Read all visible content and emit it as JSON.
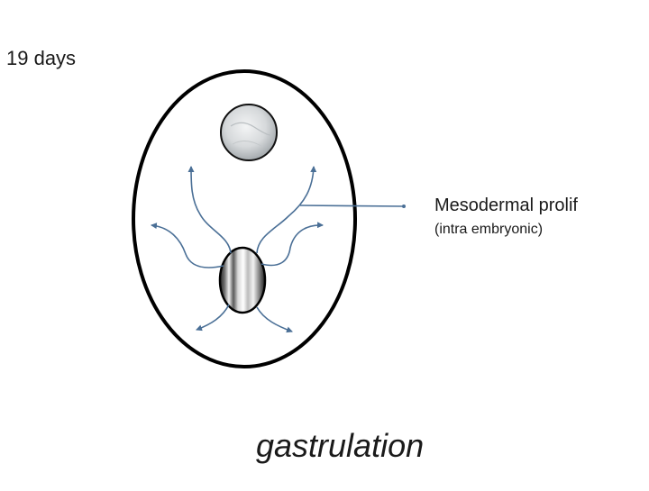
{
  "diagram": {
    "age_label": "19 days",
    "label_main": "Mesodermal prolif",
    "label_sub": "(intra embryonic)",
    "caption": "gastrulation",
    "colors": {
      "outline": "#000000",
      "arrow": "#4a6f96",
      "membrane_fill": "#d7dadc"
    }
  }
}
